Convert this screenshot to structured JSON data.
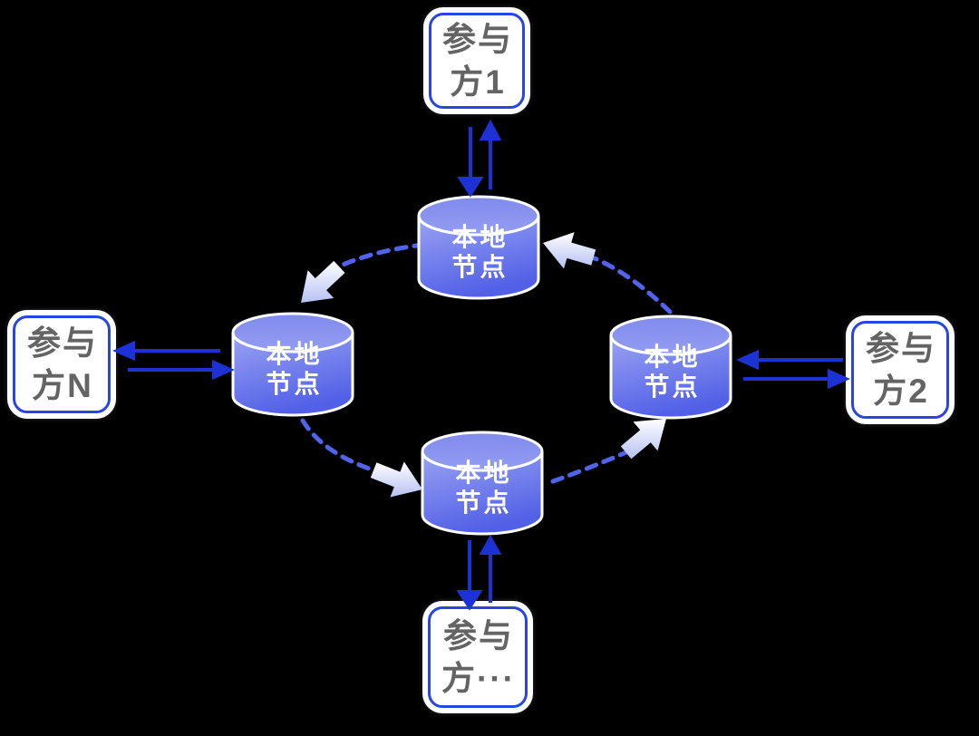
{
  "diagram": {
    "nodes": [
      {
        "position": "top",
        "line1": "本地",
        "line2": "节点"
      },
      {
        "position": "left",
        "line1": "本地",
        "line2": "节点"
      },
      {
        "position": "right",
        "line1": "本地",
        "line2": "节点"
      },
      {
        "position": "bottom",
        "line1": "本地",
        "line2": "节点"
      }
    ],
    "participants": [
      {
        "position": "top",
        "line1": "参与",
        "line2": "方1"
      },
      {
        "position": "left",
        "line1": "参与",
        "line2": "方N"
      },
      {
        "position": "right",
        "line1": "参与",
        "line2": "方2"
      },
      {
        "position": "bottom",
        "line1": "参与",
        "line2": "方···"
      }
    ],
    "colors": {
      "background": "#000000",
      "cylinder_top": "#8a94ef",
      "cylinder_body_start": "#98a2f3",
      "cylinder_body_end": "#5260e7",
      "cylinder_stroke": "#ffffff",
      "node_text": "#ffffff",
      "participant_bg": "#ffffff",
      "participant_border": "#2746e1",
      "participant_text": "#646464",
      "solid_arrow": "#1c32d4",
      "dashed_ring": "#5163ea",
      "block_arrow_start": "#ffffff",
      "block_arrow_end": "#b7c1f4"
    }
  }
}
